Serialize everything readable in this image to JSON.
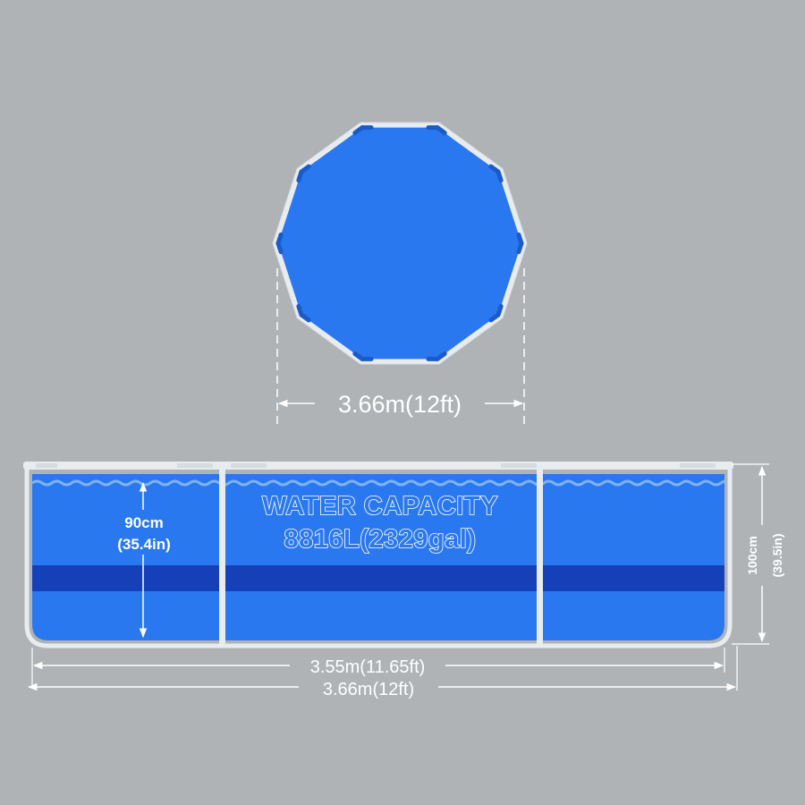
{
  "colors": {
    "background": "#afb3b6",
    "pool_blue": "#2a78ef",
    "pool_stripe": "#1540b8",
    "frame": "#e8ecef",
    "rail_blue": "#1a5bc9",
    "dimension_line": "#ffffff"
  },
  "top_view": {
    "shape": "decagon",
    "diameter_label": "3.66m(12ft)"
  },
  "side_view": {
    "capacity_line1": "WATER CAPACITY",
    "capacity_line2": "8816L(2329gal)",
    "water_depth_cm": "90cm",
    "water_depth_in": "(35.4in)",
    "height_cm": "100cm",
    "height_in": "(39.5in)",
    "inner_width_label": "3.55m(11.65ft)",
    "outer_width_label": "3.66m(12ft)"
  }
}
